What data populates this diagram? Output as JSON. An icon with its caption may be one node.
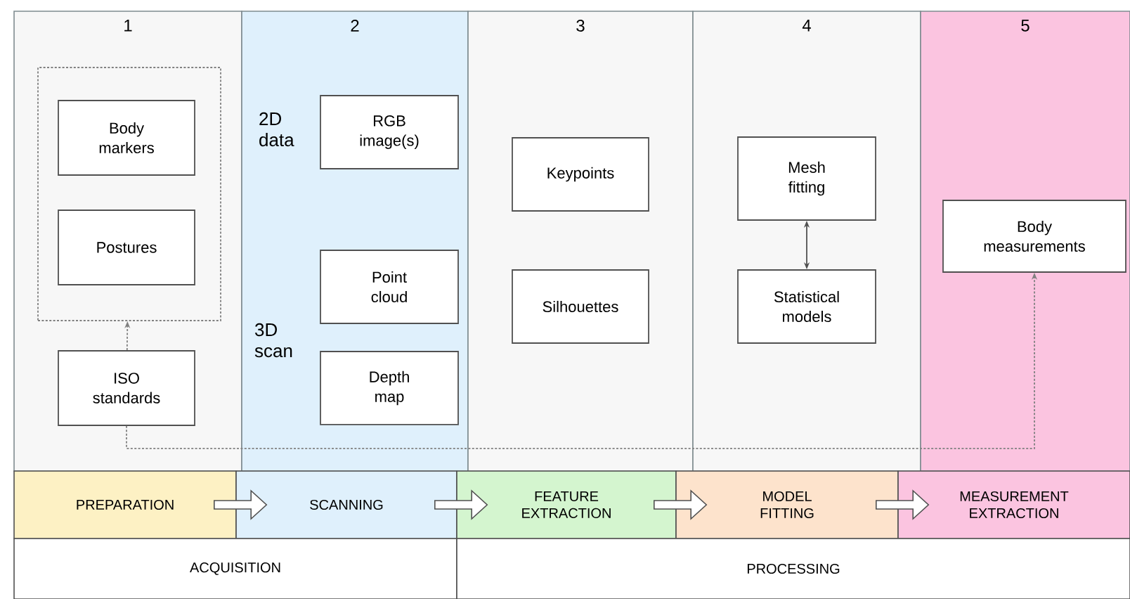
{
  "diagram": {
    "nodes": [
      {
        "text": [
          "1"
        ]
      },
      {
        "text": [],
        "shape": "box",
        "in": 0
      },
      {
        "text": [
          "Body markers"
        ],
        "in": 1
      },
      {
        "text": [
          "Postures"
        ],
        "in": 1
      },
      {
        "text": [
          "ISO standards"
        ],
        "in": 0
      },
      {
        "text": [
          "2"
        ]
      },
      {
        "text": [
          "RGB image(s)"
        ],
        "in": 5
      },
      {
        "text": [
          "Point cloud"
        ],
        "in": 5
      },
      {
        "text": [
          "Depth map"
        ],
        "in": 5
      },
      {
        "text": [
          "3"
        ]
      },
      {
        "text": [
          "Keypoints"
        ],
        "in": 9
      },
      {
        "text": [
          "Silhouettes"
        ],
        "in": 9
      },
      {
        "text": [
          "4"
        ]
      },
      {
        "text": [
          "Mesh fitting"
        ],
        "in": 12
      },
      {
        "text": [
          "Statistical models"
        ],
        "in": 12
      },
      {
        "text": [
          "5"
        ]
      },
      {
        "text": [
          "Body measurements"
        ],
        "in": 15
      },
      {
        "text": [
          "PREPARATION"
        ]
      },
      {
        "text": [
          "SCANNING"
        ]
      },
      {
        "text": [
          "FEATURE EXTRACTION"
        ]
      },
      {
        "text": [
          "MODEL FITTING"
        ]
      },
      {
        "text": [
          "MEASUREMENT EXTRACTION"
        ]
      },
      {
        "text": [
          "ACQUISITION"
        ]
      },
      {
        "text": [
          "PROCESSING"
        ]
      }
    ],
    "edges": [
      {
        "from": 4,
        "to": 1,
        "arrow": "to",
        "style": "dashed"
      },
      {
        "from": 4,
        "to": 16,
        "arrow": "to",
        "style": "dashed"
      },
      {
        "from": 13,
        "to": 14,
        "arrow": "both"
      },
      {
        "from": 17,
        "to": 18,
        "arrow": "to",
        "style": "thick"
      },
      {
        "from": 18,
        "to": 19,
        "arrow": "to",
        "style": "thick"
      },
      {
        "from": 19,
        "to": 20,
        "arrow": "to",
        "style": "thick"
      },
      {
        "from": 20,
        "to": 21,
        "arrow": "to",
        "style": "thick"
      }
    ],
    "labels": [
      "2D data",
      "3D scan"
    ]
  }
}
